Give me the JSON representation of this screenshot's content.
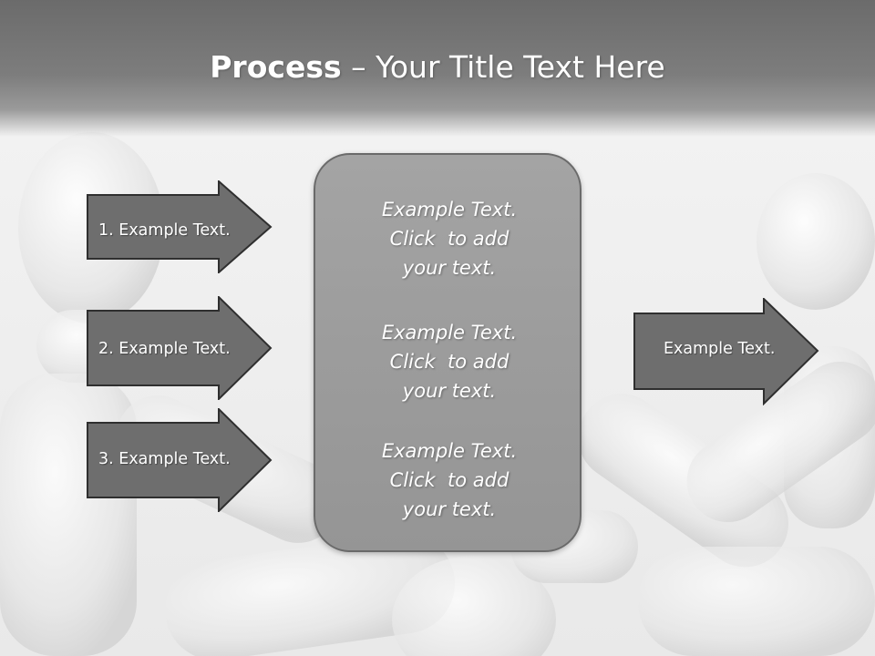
{
  "slide": {
    "title_bold": "Process",
    "title_rest": " – Your Title Text Here"
  },
  "inputs": [
    {
      "label": "1. Example Text."
    },
    {
      "label": "2. Example Text."
    },
    {
      "label": "3. Example Text."
    }
  ],
  "center": {
    "blocks": [
      {
        "line1": "Example Text.",
        "line2": "Click  to add",
        "line3": "your text."
      },
      {
        "line1": "Example Text.",
        "line2": "Click  to add",
        "line3": "your text."
      },
      {
        "line1": "Example Text.",
        "line2": "Click  to add",
        "line3": "your text."
      }
    ]
  },
  "output": {
    "label": "Example Text."
  },
  "colors": {
    "arrow_fill": "#6e6e6e",
    "arrow_stroke": "#2f2f2f",
    "box_fill": "#9e9e9e",
    "header": "#6b6b6b"
  }
}
